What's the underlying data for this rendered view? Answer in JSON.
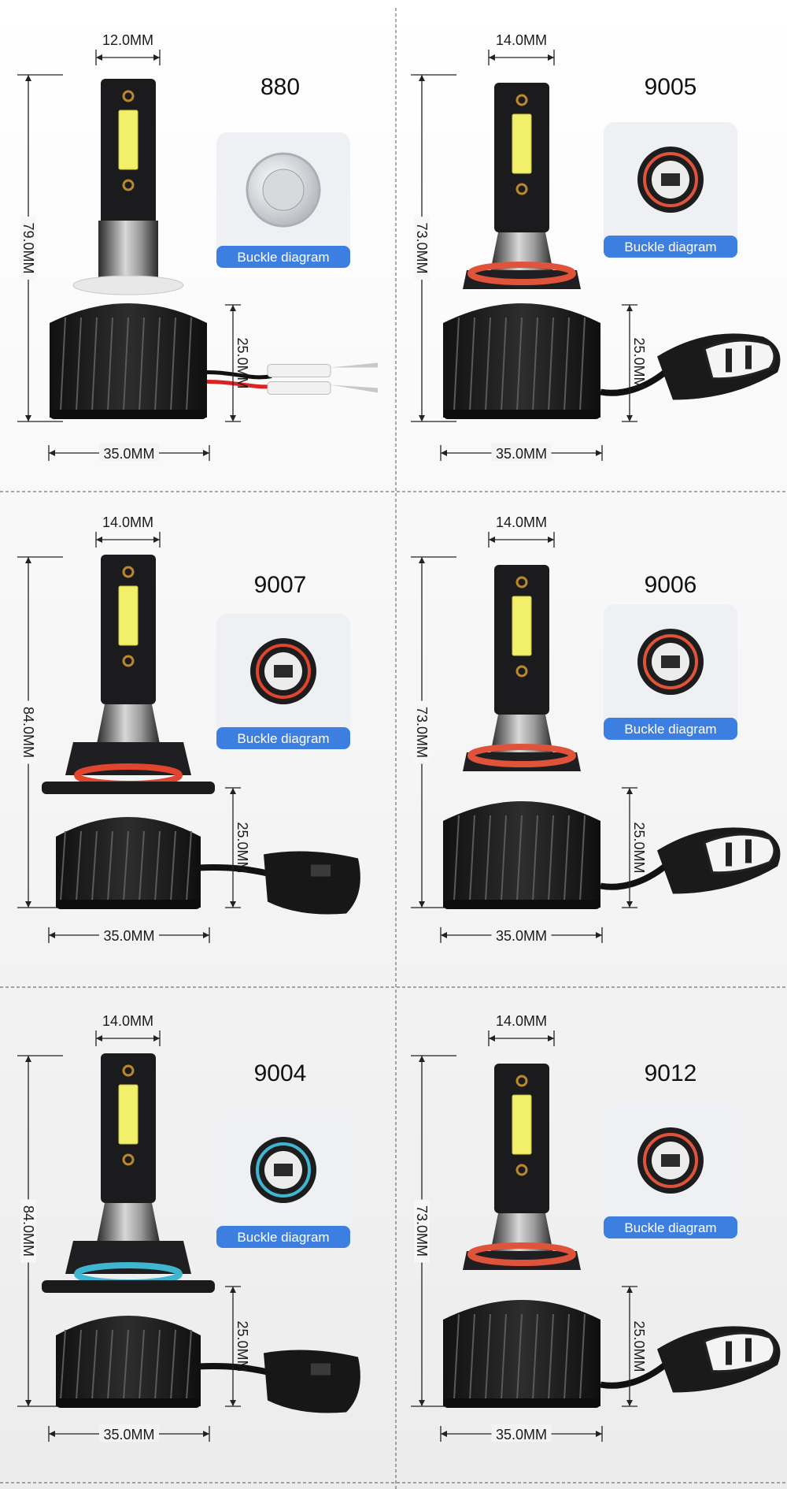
{
  "buckle_label": "Buckle diagram",
  "panels": [
    {
      "model": "880",
      "top_width": "12.0MM",
      "height": "79.0MM",
      "heat_sink": "25.0MM",
      "base_width": "35.0MM",
      "ring_color": "#e8e8e8",
      "connector": "wires"
    },
    {
      "model": "9005",
      "top_width": "14.0MM",
      "height": "73.0MM",
      "heat_sink": "25.0MM",
      "base_width": "35.0MM",
      "ring_color": "#e0533b",
      "connector": "plug"
    },
    {
      "model": "9007",
      "top_width": "14.0MM",
      "height": "84.0MM",
      "heat_sink": "25.0MM",
      "base_width": "35.0MM",
      "ring_color": "#e0452f",
      "connector": "plug-angled"
    },
    {
      "model": "9006",
      "top_width": "14.0MM",
      "height": "73.0MM",
      "heat_sink": "25.0MM",
      "base_width": "35.0MM",
      "ring_color": "#e0533b",
      "connector": "plug"
    },
    {
      "model": "9004",
      "top_width": "14.0MM",
      "height": "84.0MM",
      "heat_sink": "25.0MM",
      "base_width": "35.0MM",
      "ring_color": "#3fb6d0",
      "connector": "plug-angled"
    },
    {
      "model": "9012",
      "top_width": "14.0MM",
      "height": "73.0MM",
      "heat_sink": "25.0MM",
      "base_width": "35.0MM",
      "ring_color": "#e0533b",
      "connector": "plug"
    }
  ],
  "colors": {
    "label_blue": "#3d7fe0",
    "bulb_black": "#1c1c1e",
    "led_yellow": "#f2f06a"
  }
}
